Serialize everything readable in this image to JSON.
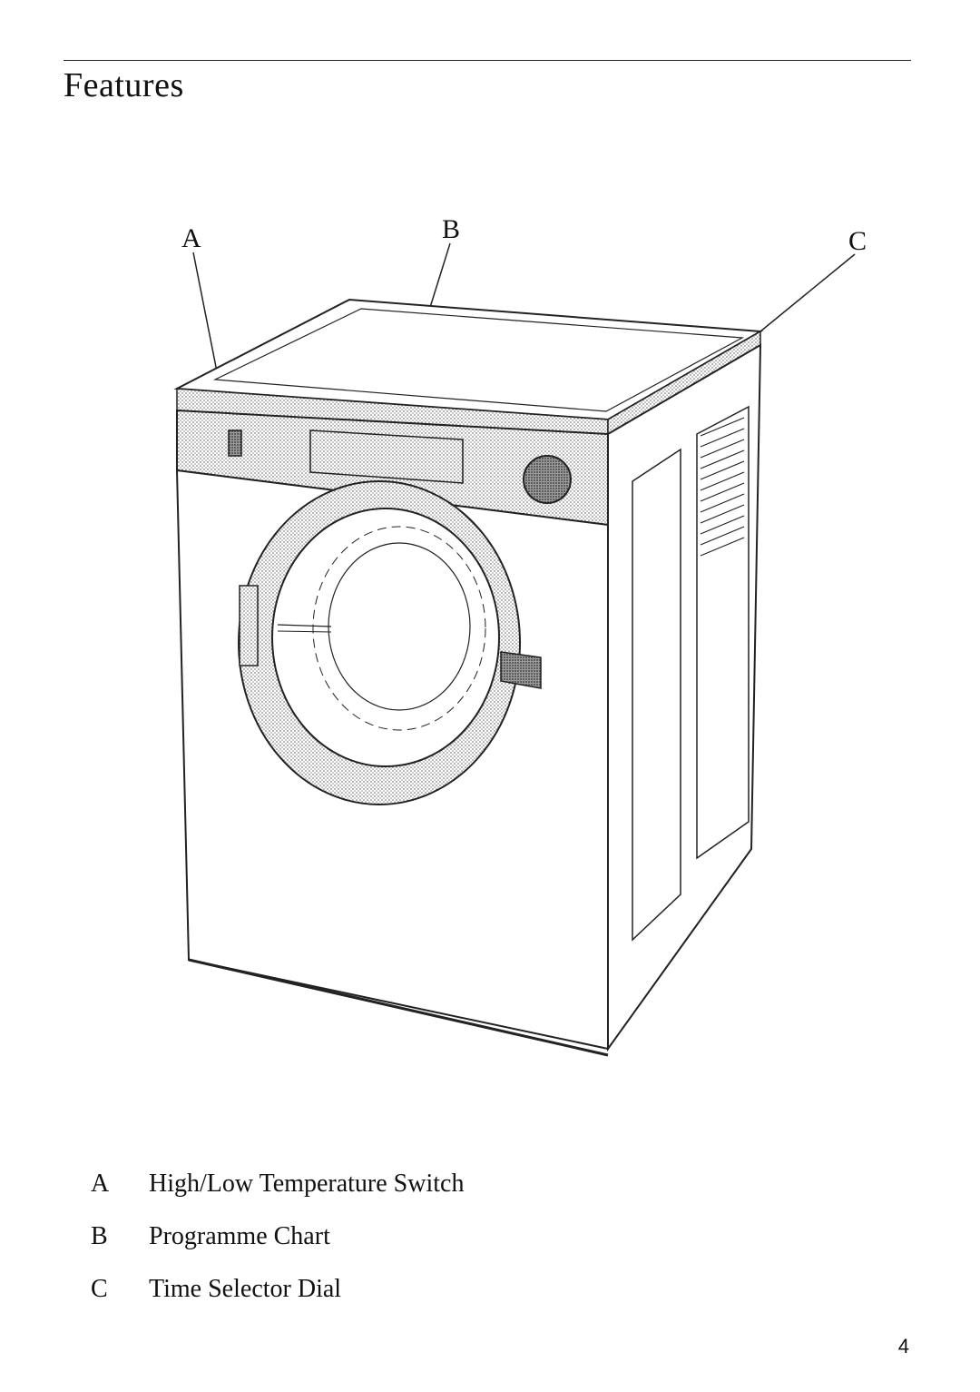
{
  "page": {
    "title": "Features",
    "number": "4"
  },
  "diagram": {
    "callouts": [
      {
        "key": "A"
      },
      {
        "key": "B"
      },
      {
        "key": "C"
      }
    ]
  },
  "legend": [
    {
      "key": "A",
      "label": "High/Low Temperature Switch"
    },
    {
      "key": "B",
      "label": "Programme Chart"
    },
    {
      "key": "C",
      "label": "Time Selector Dial"
    }
  ]
}
